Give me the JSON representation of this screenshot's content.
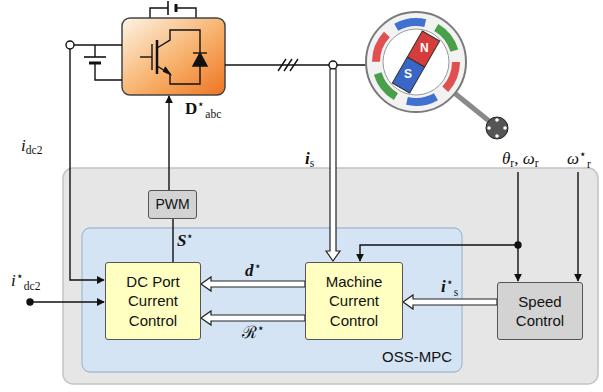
{
  "diagram": {
    "nodes": [
      {
        "text": [
          "PWM"
        ]
      },
      {
        "text": [
          "OSS-MPC"
        ]
      },
      {
        "text": [
          "DC Port Current Control"
        ],
        "in": 1
      },
      {
        "text": [
          "Machine Current Control"
        ],
        "in": 1
      },
      {
        "text": [
          "Speed Control"
        ]
      }
    ],
    "edges": [
      {
        "from": 3,
        "to": 2,
        "arrow": "to",
        "label": "d⋆"
      },
      {
        "from": 3,
        "to": 2,
        "arrow": "to",
        "label": "ℛ⋆"
      },
      {
        "from": 4,
        "to": 3,
        "arrow": "to",
        "label": "i⋆s"
      },
      {
        "from": 2,
        "to": 0,
        "arrow": "none",
        "label": "S⋆"
      }
    ],
    "labels": [
      "idc2",
      "i⋆dc2",
      "D⋆abc",
      "is",
      "θr, ωr",
      "ω⋆r",
      "N",
      "S"
    ]
  }
}
